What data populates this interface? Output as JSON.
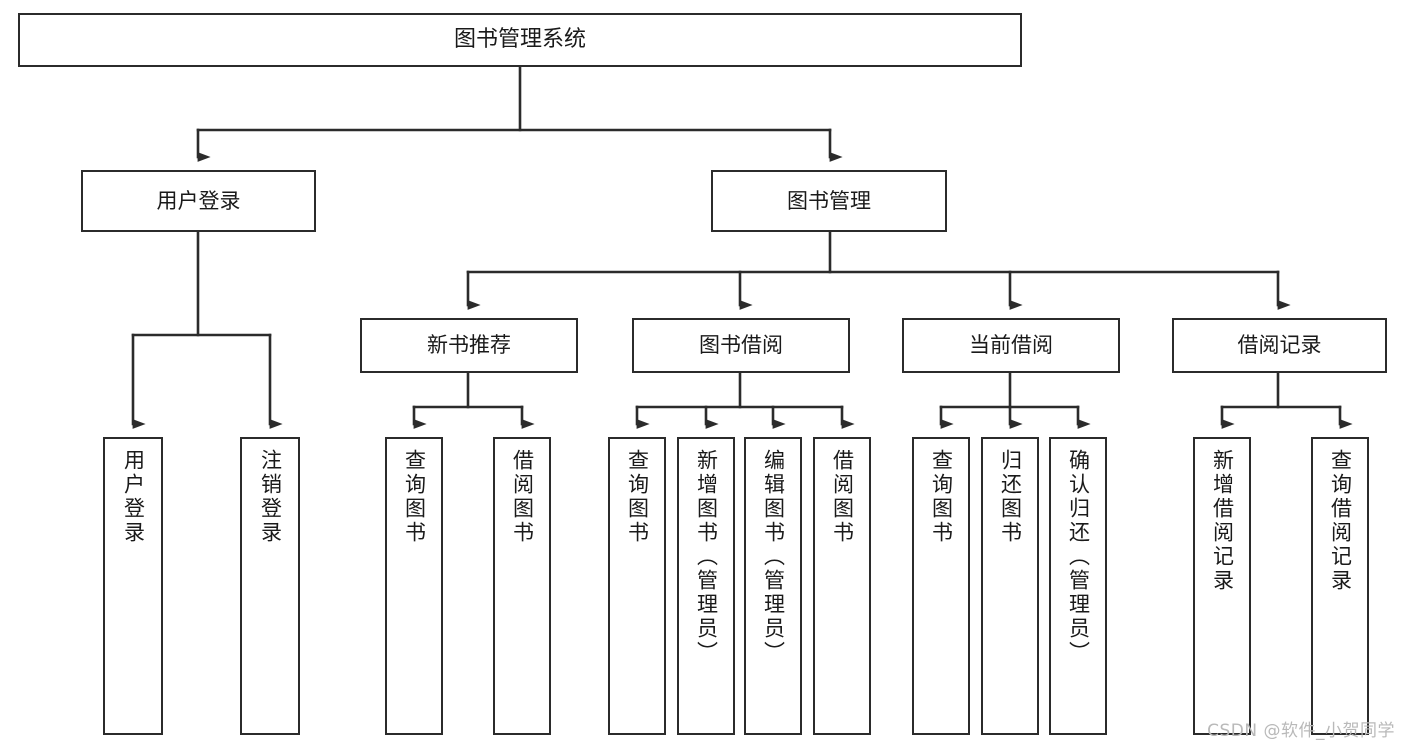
{
  "diagram": {
    "title": "图书管理系统",
    "type": "tree-hierarchy-chart",
    "orientation": "top-down",
    "colors": {
      "node_border": "#2b2b2b",
      "node_fill": "#ffffff",
      "edge": "#2b2b2b",
      "text": "#1a1a1a",
      "watermark": "#b9b9b9",
      "background": "#ffffff"
    },
    "nodes": {
      "root": {
        "label": "图书管理系统",
        "level": 1
      },
      "level2": [
        {
          "id": "user-login",
          "label": "用户登录",
          "level": 2
        },
        {
          "id": "book-management",
          "label": "图书管理",
          "level": 2
        }
      ],
      "level3": [
        {
          "id": "new-book-recommend",
          "label": "新书推荐",
          "level": 3,
          "parent": "book-management"
        },
        {
          "id": "book-borrow",
          "label": "图书借阅",
          "level": 3,
          "parent": "book-management"
        },
        {
          "id": "current-borrow",
          "label": "当前借阅",
          "level": 3,
          "parent": "book-management"
        },
        {
          "id": "borrow-record",
          "label": "借阅记录",
          "level": 3,
          "parent": "book-management"
        }
      ],
      "leaves": [
        {
          "id": "leaf-user-login",
          "label": "用户登录",
          "parent": "user-login"
        },
        {
          "id": "leaf-logout",
          "label": "注销登录",
          "parent": "user-login"
        },
        {
          "id": "leaf-query-book-1",
          "label": "查询图书",
          "parent": "new-book-recommend"
        },
        {
          "id": "leaf-borrow-book-1",
          "label": "借阅图书",
          "parent": "new-book-recommend"
        },
        {
          "id": "leaf-query-book-2",
          "label": "查询图书",
          "parent": "book-borrow"
        },
        {
          "id": "leaf-add-book",
          "label": "新增图书（管理员）",
          "parent": "book-borrow"
        },
        {
          "id": "leaf-edit-book",
          "label": "编辑图书（管理员）",
          "parent": "book-borrow"
        },
        {
          "id": "leaf-borrow-book-2",
          "label": "借阅图书",
          "parent": "book-borrow"
        },
        {
          "id": "leaf-query-book-3",
          "label": "查询图书",
          "parent": "current-borrow"
        },
        {
          "id": "leaf-return-book",
          "label": "归还图书",
          "parent": "current-borrow"
        },
        {
          "id": "leaf-confirm-return",
          "label": "确认归还（管理员）",
          "parent": "current-borrow"
        },
        {
          "id": "leaf-add-record",
          "label": "新增借阅记录",
          "parent": "borrow-record"
        },
        {
          "id": "leaf-query-record",
          "label": "查询借阅记录",
          "parent": "borrow-record"
        }
      ]
    }
  },
  "watermark": {
    "text": "CSDN @软件_小贺同学"
  }
}
